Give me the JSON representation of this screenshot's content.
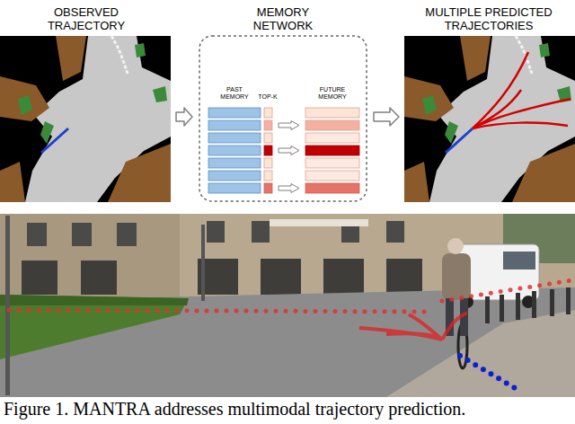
{
  "diagram": {
    "caption": "Figure 1. MANTRA addresses multimodal trajectory prediction.",
    "nodes": [
      {
        "text": [
          "OBSERVED TRAJECTORY"
        ]
      },
      {
        "text": [
          "MEMORY NETWORK",
          "PAST MEMORY",
          "TOP-K",
          "FUTURE MEMORY"
        ]
      },
      {
        "text": [
          "MULTIPLE PREDICTED TRAJECTORIES"
        ]
      }
    ],
    "edges": [
      {
        "from": 0,
        "to": 1,
        "arrow": "to"
      },
      {
        "from": 1,
        "to": 2,
        "arrow": "to"
      }
    ]
  }
}
